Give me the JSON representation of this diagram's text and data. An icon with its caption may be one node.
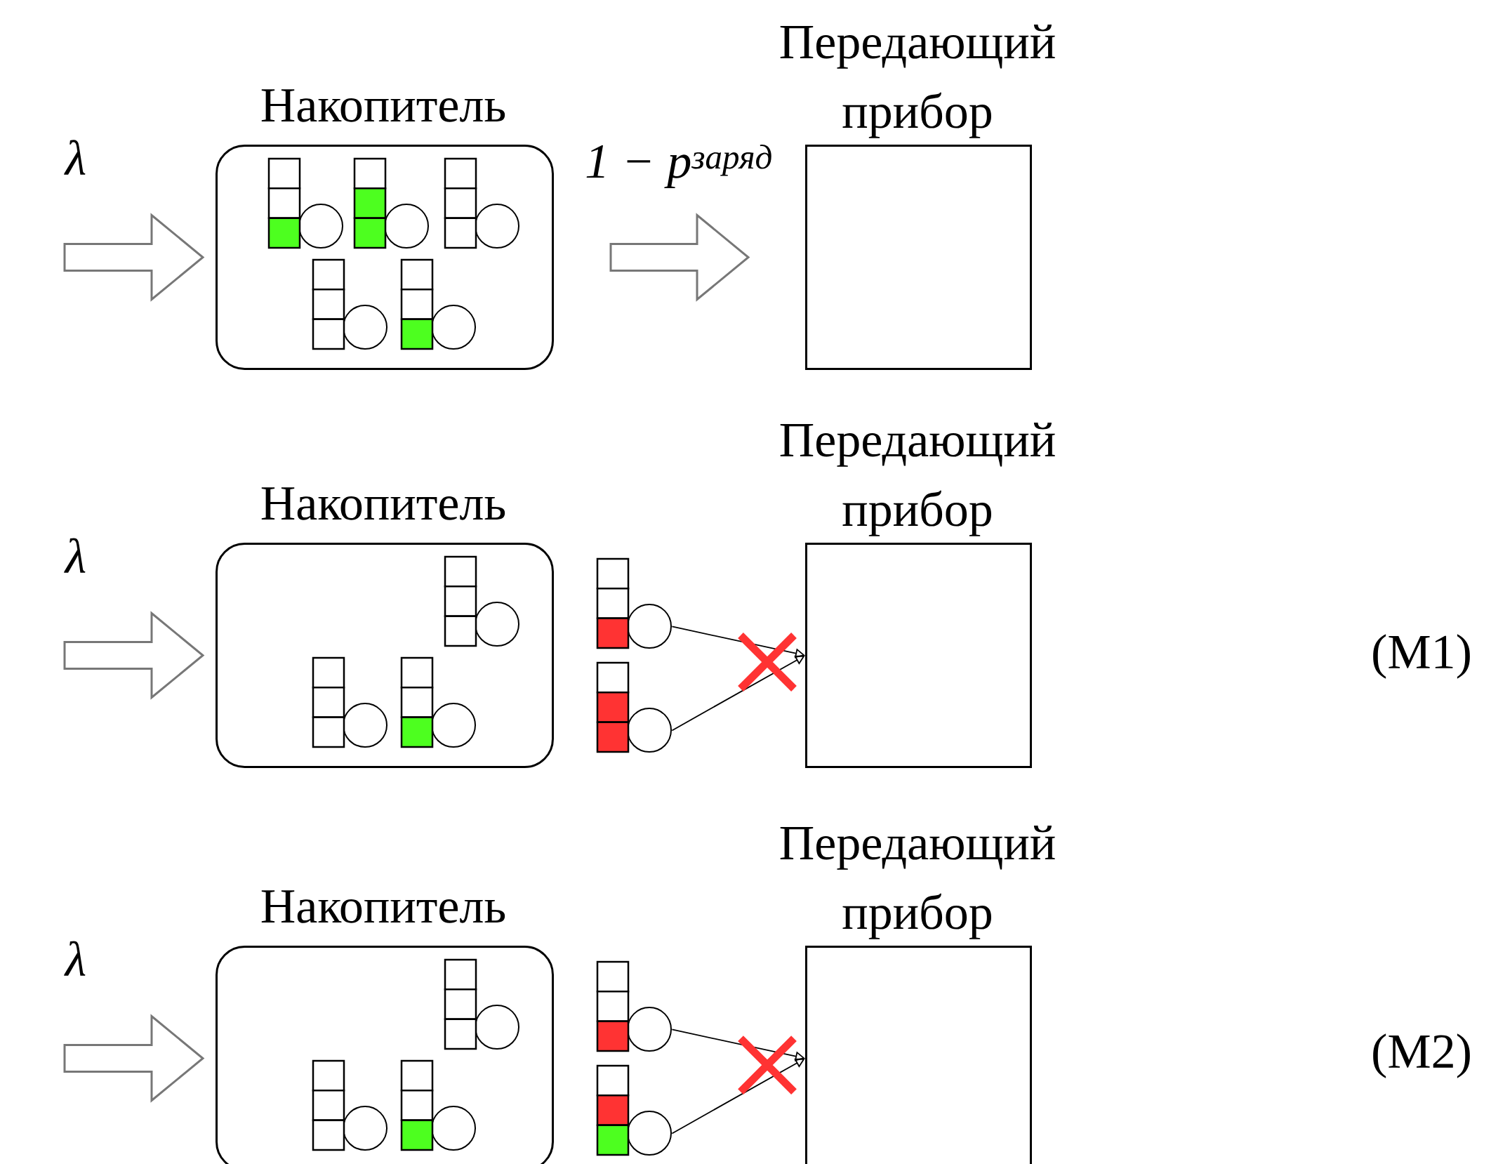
{
  "diagram": {
    "nodes": [
      {
        "text": [
          "Накопитель"
        ]
      },
      {
        "text": [],
        "shape": "picture",
        "in": 0
      },
      {
        "text": [],
        "shape": "picture",
        "in": 0
      },
      {
        "text": [],
        "shape": "picture",
        "in": 0
      },
      {
        "text": [],
        "shape": "picture",
        "in": 0
      },
      {
        "text": [],
        "shape": "picture",
        "in": 0
      },
      {
        "text": [
          "Передающий прибор"
        ]
      },
      {
        "text": [
          "Накопитель"
        ]
      },
      {
        "text": [],
        "shape": "picture",
        "in": 7
      },
      {
        "text": [],
        "shape": "picture",
        "in": 7
      },
      {
        "text": [],
        "shape": "picture",
        "in": 7
      },
      {
        "text": [],
        "shape": "picture"
      },
      {
        "text": [],
        "shape": "picture"
      },
      {
        "text": [
          "Передающий прибор"
        ]
      },
      {
        "text": [
          "Накопитель"
        ]
      },
      {
        "text": [],
        "shape": "picture",
        "in": 14
      },
      {
        "text": [],
        "shape": "picture",
        "in": 14
      },
      {
        "text": [],
        "shape": "picture",
        "in": 14
      },
      {
        "text": [],
        "shape": "picture"
      },
      {
        "text": [],
        "shape": "picture"
      },
      {
        "text": [
          "Передающий прибор"
        ]
      }
    ],
    "edges": [
      {
        "from": null,
        "to": 0,
        "arrow": "to",
        "label": "λ",
        "style": "thick"
      },
      {
        "from": 0,
        "to": 6,
        "arrow": "to",
        "label": "1 − p$^{заряд}$",
        "style": "thick"
      },
      {
        "from": null,
        "to": 7,
        "arrow": "to",
        "label": "λ",
        "style": "thick"
      },
      {
        "from": 11,
        "to": 13,
        "arrow": "to"
      },
      {
        "from": 12,
        "to": 13,
        "arrow": "to"
      },
      {
        "from": null,
        "to": 14,
        "arrow": "to",
        "label": "λ",
        "style": "thick"
      },
      {
        "from": 18,
        "to": 20,
        "arrow": "to"
      },
      {
        "from": 19,
        "to": 20,
        "arrow": "to"
      }
    ],
    "labels": [
      "(M1)",
      "(M2)"
    ]
  }
}
